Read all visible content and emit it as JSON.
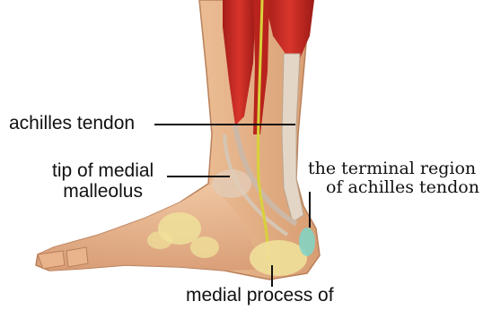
{
  "labels": {
    "achilles_tendon": "achilles tendon",
    "tip_of_medial_line1": "tip of medial",
    "tip_of_medial_line2": "malleolus",
    "terminal_region_line1": "the terminal region",
    "terminal_region_line2": "of achilles tendon",
    "medial_process": "medial process of"
  },
  "colors": {
    "skin": "#e9b98f",
    "muscle": "#c92a22",
    "tendon": "#d9c9b8",
    "bone": "#efe09a",
    "nerve": "#d8d23a",
    "leader_line": "#111111",
    "highlight": "#7fd6c8"
  }
}
